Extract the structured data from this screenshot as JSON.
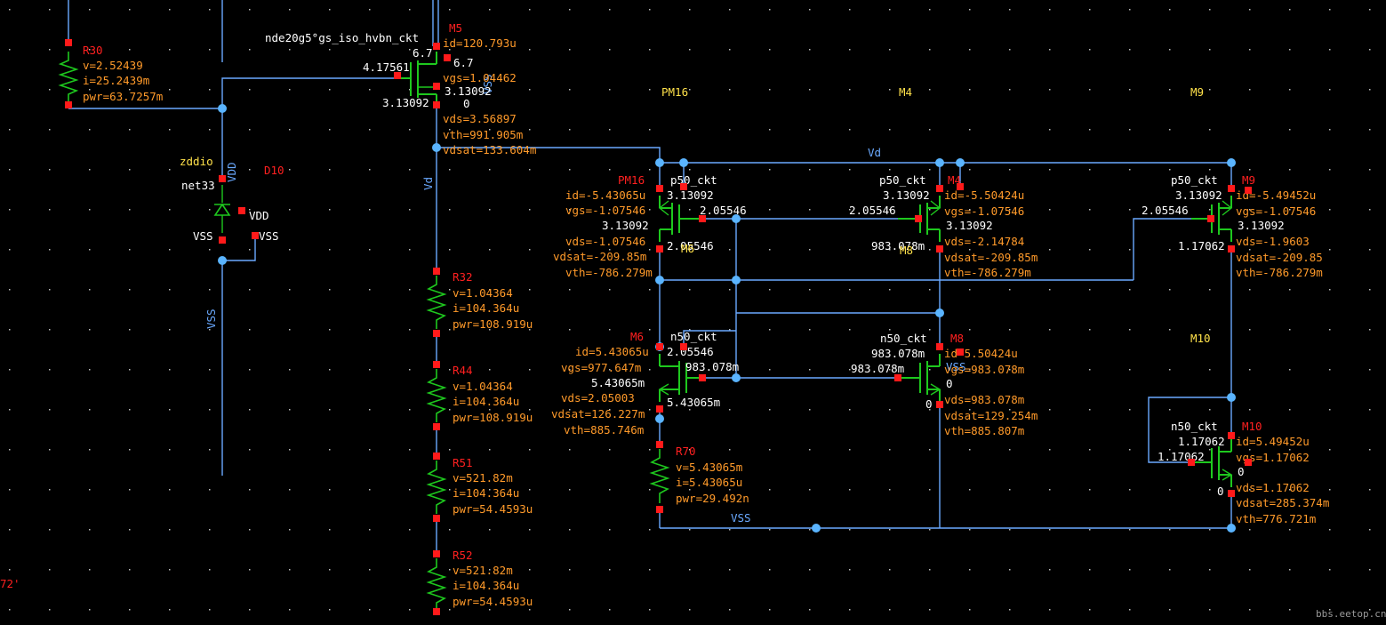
{
  "colors": {
    "background": "#000000",
    "wire": "#6aa9ff",
    "component": "#1ec81e",
    "pin": "#ff1a1a",
    "net_dot": "#5ab4ff",
    "operating_point_text": "#ff9a2a",
    "instance_name_text": "#ff2020",
    "label_text": "#ffe14a",
    "pin_text": "#ffffff"
  },
  "icons": {
    "resistor": "resistor-icon",
    "transistor": "mosfet-icon",
    "diode": "diode-icon",
    "pin": "pin-square-icon",
    "junction": "junction-dot-icon"
  },
  "net_labels": {
    "vd_left": "Vd",
    "vd_top": "Vd",
    "vss_left": "VSS",
    "vss_bottom": "VSS"
  },
  "stray": {
    "left_72": "72'",
    "watermark": "bbs.eetop.cn"
  },
  "r30": {
    "name": "R30",
    "v": "v=2.52439",
    "i": "i=25.2439m",
    "pwr": "pwr=63.7257m"
  },
  "d10": {
    "name": "D10",
    "model": "zddio",
    "net": "net33",
    "pin_vdd": "VDD",
    "pin_vdd2": "VDD",
    "pin_vss": "VSS",
    "pin_vss2": "VSS"
  },
  "m5": {
    "name": "M5",
    "cell": "nde20g5°gs_iso_hvbn_ckt",
    "id": "id=120.793u",
    "d_left": "6.7",
    "d_right": "6.7",
    "g": "4.17561",
    "vgs": "vgs=1.04462",
    "s_right": "3.13092",
    "s_left": "3.13092",
    "b": "0",
    "vss_overlap": "VSS",
    "vds": "vds=3.56897",
    "vth": "vth=991.905m",
    "vdsat": "vdsat=133.604m"
  },
  "pm16": {
    "title": "PM16",
    "name": "PM16",
    "cell": "p50_ckt",
    "id": "id=-5.43065u",
    "s": "3.13092",
    "vgs": "vgs=-1.07546",
    "g": "2.05546",
    "b": "3.13092",
    "d": "2.05546",
    "vds": "vds=-1.07546",
    "vdsat": "vdsat=-209.85m",
    "vth": "vth=-786.279m",
    "m6_overlap": "M6"
  },
  "m4": {
    "title": "M4",
    "name": "M4",
    "cell": "p50_ckt",
    "id": "id=-5.50424u",
    "s": "3.13092",
    "g": "2.05546",
    "vgs": "vgs=-1.07546",
    "b": "3.13092",
    "d": "983.078m",
    "vds": "vds=-2.14784",
    "vdsat": "vdsat=-209.85m",
    "vth": "vth=-786.279m",
    "m8_overlap": "M8"
  },
  "m9": {
    "title": "M9",
    "name": "M9",
    "cell": "p50_ckt",
    "id": "id=-5.49452u",
    "s": "3.13092",
    "g": "2.05546",
    "vgs": "vgs=-1.07546",
    "b": "3.13092",
    "d": "1.17062",
    "vds": "vds=-1.9603",
    "vdsat": "vdsat=-209.85",
    "vth": "vth=-786.279m"
  },
  "m6": {
    "name": "M6",
    "cell": "n50_ckt",
    "id": "id=5.43065u",
    "d": "2.05546",
    "vgs": "vgs=977.647m",
    "g": "983.078m",
    "b": "5.43065m",
    "s": "5.43065m",
    "vds": "vds=2.05003",
    "vdsat": "vdsat=126.227m",
    "vth": "vth=885.746m"
  },
  "m8": {
    "name": "M8",
    "cell": "n50_ckt",
    "id": "id=5.50424u",
    "d": "983.078m",
    "g": "983.078m",
    "vgs": "vgs=983.078m",
    "vss_overlap": "VSS",
    "b": "0",
    "s": "0",
    "vds": "vds=983.078m",
    "vdsat": "vdsat=129.254m",
    "vth": "vth=885.807m"
  },
  "m10": {
    "title": "M10",
    "name": "M10",
    "cell": "n50_ckt",
    "id": "id=5.49452u",
    "d": "1.17062",
    "g": "1.17062",
    "vgs": "vgs=1.17062",
    "b": "0",
    "s": "0",
    "vds": "vds=1.17062",
    "vdsat": "vdsat=285.374m",
    "vth": "vth=776.721m"
  },
  "r70": {
    "name": "R70",
    "v": "v=5.43065m",
    "i": "i=5.43065u",
    "pwr": "pwr=29.492n"
  },
  "r32": {
    "name": "R32",
    "v": "v=1.04364",
    "i": "i=104.364u",
    "pwr": "pwr=108.919u"
  },
  "r44": {
    "name": "R44",
    "v": "v=1.04364",
    "i": "i=104.364u",
    "pwr": "pwr=108.919u"
  },
  "r51": {
    "name": "R51",
    "v": "v=521.82m",
    "i": "i=104.364u",
    "pwr": "pwr=54.4593u"
  },
  "r52": {
    "name": "R52",
    "v": "v=521.82m",
    "i": "i=104.364u",
    "pwr": "pwr=54.4593u"
  }
}
